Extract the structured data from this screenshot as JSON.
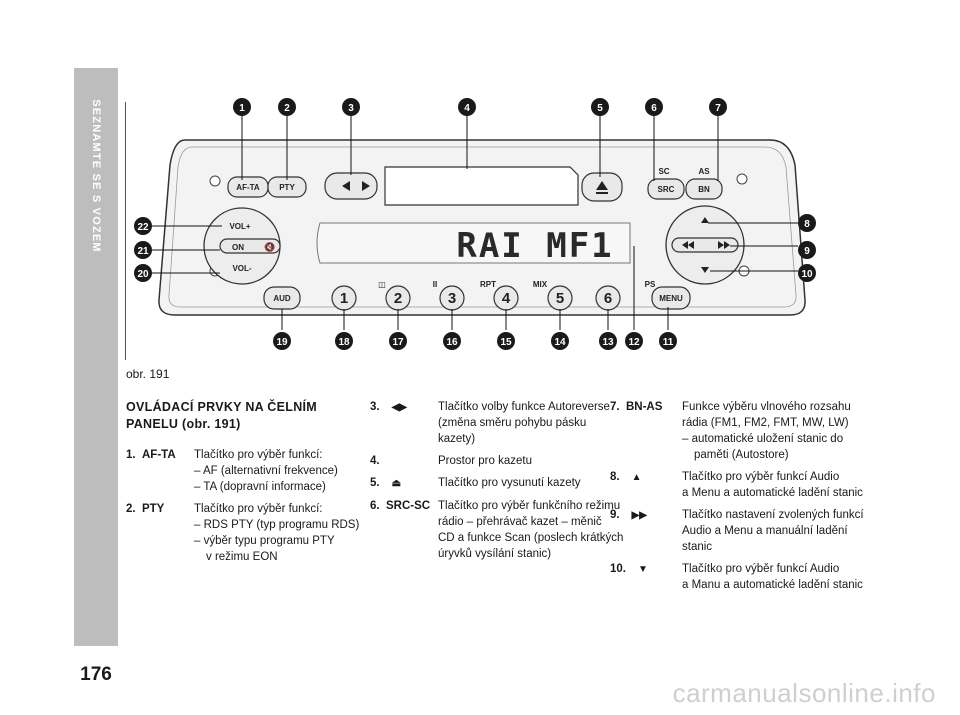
{
  "sidebar": {
    "title": "SEZNAMTE SE S VOZEM",
    "page_number": "176"
  },
  "figure": {
    "caption": "obr. 191",
    "display_text": "RAI MF1",
    "buttons": {
      "af_ta": "AF-TA",
      "pty": "PTY",
      "src": "SRC",
      "bn": "BN",
      "sc": "SC",
      "as": "AS",
      "vol_up": "VOL+",
      "on": "ON",
      "vol_down": "VOL-",
      "aud": "AUD",
      "menu": "MENU",
      "ps": "PS",
      "p1": "1",
      "p2": "2",
      "p3": "3",
      "p4": "4",
      "p5": "5",
      "p6": "6",
      "ii": "II",
      "rpt": "RPT",
      "mix": "MIX"
    },
    "callouts": [
      "1",
      "2",
      "3",
      "4",
      "5",
      "6",
      "7",
      "8",
      "9",
      "10",
      "11",
      "12",
      "13",
      "14",
      "15",
      "16",
      "17",
      "18",
      "19",
      "20",
      "21",
      "22"
    ]
  },
  "section": {
    "title_line1": "OVLÁDACÍ PRVKY NA ČELNÍM",
    "title_line2": "PANELU",
    "title_ref": "(obr. 191)"
  },
  "entries": [
    {
      "num": "1.",
      "key": "AF-TA",
      "lines": [
        "Tlačítko pro výběr funkcí:",
        "– AF (alternativní frekvence)",
        "– TA (dopravní informace)"
      ]
    },
    {
      "num": "2.",
      "key": "PTY",
      "lines": [
        "Tlačítko pro výběr funkcí:",
        "– RDS PTY (typ programu RDS)",
        "– výběr typu programu PTY",
        "v režimu EON"
      ]
    },
    {
      "num": "3.",
      "key": "◀▶",
      "lines": [
        "Tlačítko volby funkce Autoreverse",
        "(změna směru pohybu pásku",
        "kazety)"
      ]
    },
    {
      "num": "4.",
      "key": "",
      "lines": [
        "Prostor pro kazetu"
      ]
    },
    {
      "num": "5.",
      "key": "⏏",
      "lines": [
        "Tlačítko pro vysunutí kazety"
      ]
    },
    {
      "num": "6.",
      "key": "SRC-SC",
      "lines": [
        "Tlačítko pro výběr funkčního režimu",
        "rádio – přehrávač kazet – měnič",
        "CD a funkce Scan (poslech krátkých",
        "úryvků vysílání stanic)"
      ]
    },
    {
      "num": "7.",
      "key": "BN-AS",
      "lines": [
        "Funkce výběru vlnového rozsahu",
        "rádia (FM1, FM2, FMT, MW, LW)",
        "– automatické uložení stanic do",
        "paměti (Autostore)"
      ]
    },
    {
      "num": "8.",
      "key": "▲",
      "lines": [
        "Tlačítko pro výběr funkcí Audio",
        "a Menu a automatické ladění stanic"
      ]
    },
    {
      "num": "9.",
      "key": "▶▶",
      "lines": [
        "Tlačítko nastavení zvolených funkcí",
        "Audio a Menu a manuální ladění",
        "stanic"
      ]
    },
    {
      "num": "10.",
      "key": "▼",
      "lines": [
        "Tlačítko pro výběr funkcí Audio",
        "a Manu a automatické ladění stanic"
      ]
    }
  ],
  "watermark": "carmanualsonline.info"
}
